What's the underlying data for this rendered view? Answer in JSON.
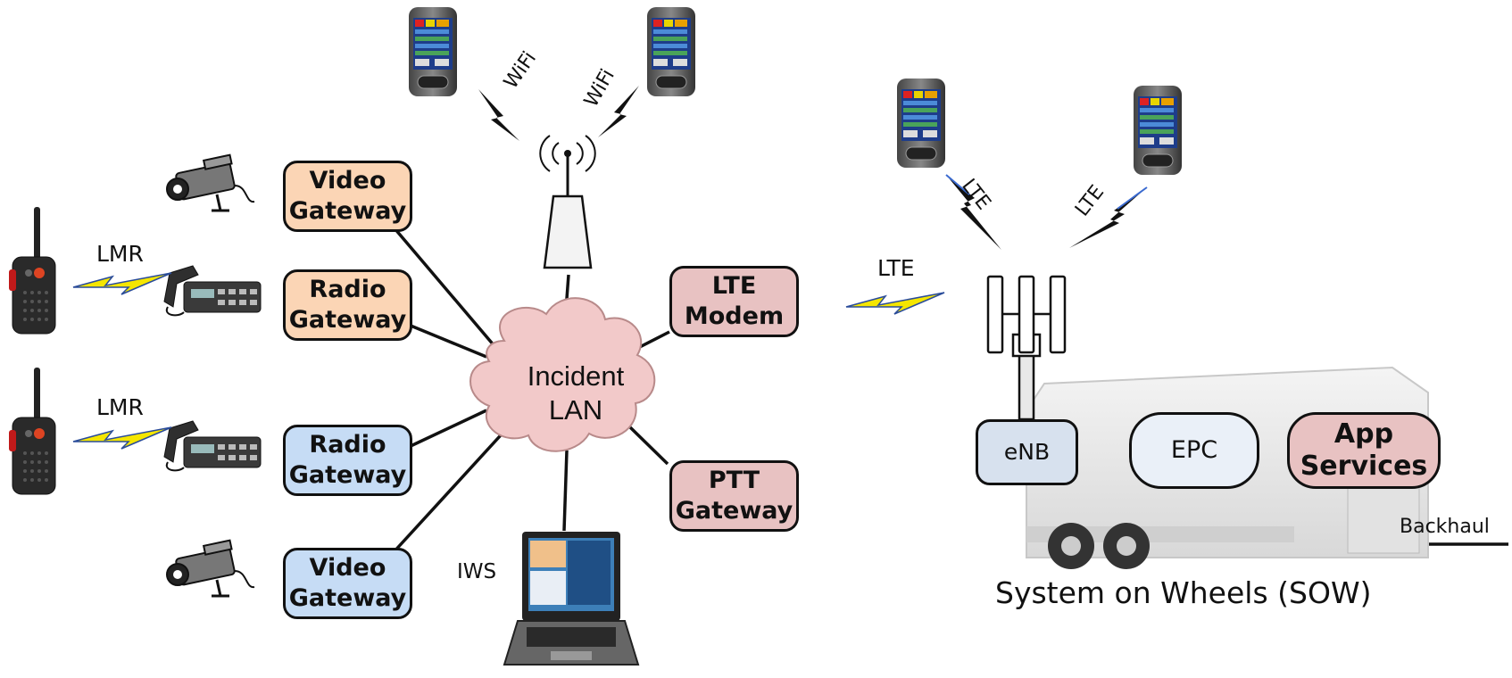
{
  "diagram": {
    "hub": "Incident\nLAN",
    "gateways": {
      "video_top": "Video\nGateway",
      "radio_top": "Radio\nGateway",
      "radio_bottom": "Radio\nGateway",
      "video_bottom": "Video\nGateway",
      "lte_modem": "LTE\nModem",
      "ptt": "PTT\nGateway"
    },
    "links": {
      "lmr_top": "LMR",
      "lmr_bottom": "LMR",
      "wifi_left": "WiFi",
      "wifi_right": "WiFi",
      "lte_modem_link": "LTE",
      "lte_phone_left": "LTE",
      "lte_phone_right": "LTE"
    },
    "workstation": "IWS",
    "sow": {
      "enb": "eNB",
      "epc": "EPC",
      "app_services": "App\nServices",
      "backhaul": "Backhaul",
      "caption": "System on Wheels (SOW)"
    }
  },
  "colors": {
    "orange_fill": "#fbd5b5",
    "blue_fill": "#c6dcf5",
    "pink_fill": "#e8c2c2",
    "cloud_fill": "#f2c9c9",
    "enb_fill": "#d7e1ee",
    "epc_fill": "#eaf0f8",
    "lightning_yellow": "#f5e600"
  },
  "icons": [
    "security-camera-icon",
    "handheld-radio-icon",
    "mobile-radio-icon",
    "smartphone-icon",
    "wifi-antenna-icon",
    "cell-tower-icon",
    "laptop-icon",
    "trailer-icon",
    "lightning-bolt-icon"
  ]
}
